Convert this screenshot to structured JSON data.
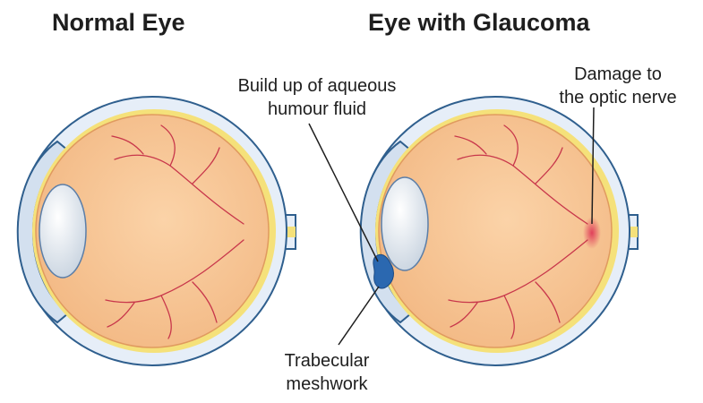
{
  "diagram": {
    "titles": {
      "normal": "Normal Eye",
      "glaucoma": "Eye with Glaucoma"
    },
    "labels": {
      "buildup": {
        "line1": "Build up of aqueous",
        "line2": "humour fluid"
      },
      "damage": {
        "line1": "Damage to",
        "line2": "the optic nerve"
      },
      "trabecular": {
        "line1": "Trabecular",
        "line2": "meshwork"
      }
    },
    "colors": {
      "vitreous": "#f7c596",
      "sclera_outline": "#2f5f8e",
      "sclera_fill": "#e6eef8",
      "retina": "#f5e17a",
      "lens": "#dfe6ee",
      "vessel": "#c8374b",
      "fluid": "#2b68b0",
      "damage": "#e0405a",
      "text": "#1e1e1e"
    }
  }
}
